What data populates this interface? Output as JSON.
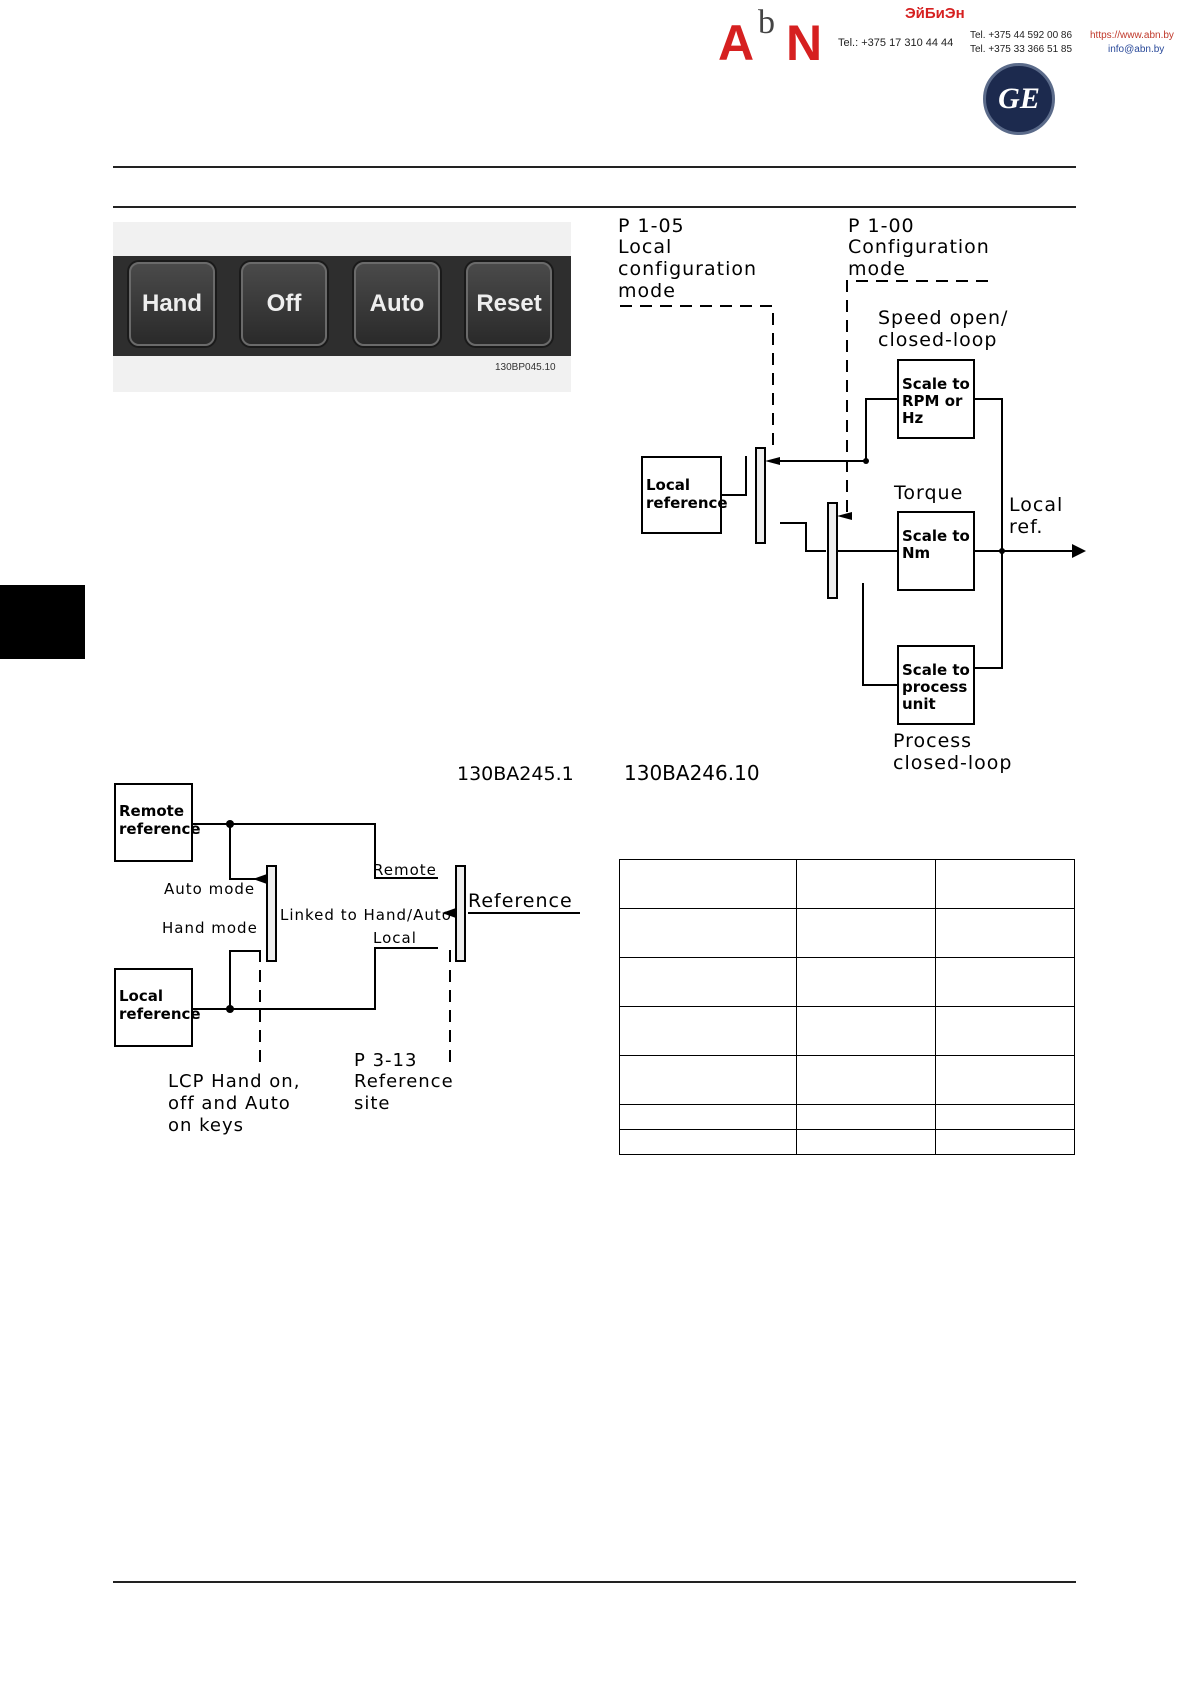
{
  "header": {
    "logo_letters": [
      "A",
      "b",
      "N"
    ],
    "company_name": "ЭйБиЭн",
    "phone_main": "Tel.: +375 17 310 44 44",
    "phones": [
      "Tel. +375 44 592 00 86",
      "Tel. +375 33 366 51 85"
    ],
    "website": "https://www.abn.by",
    "email": "info@abn.by",
    "ge_logo_text": "GE"
  },
  "keypad": {
    "keys": [
      "Hand",
      "Off",
      "Auto",
      "Reset"
    ],
    "code": "130BP045.10"
  },
  "diagram_local": {
    "p105_lines": [
      "P 1-05",
      "Local",
      "configuration",
      "mode"
    ],
    "p100_lines": [
      "P 1-00",
      "Configuration",
      "mode"
    ],
    "speed_lines": [
      "Speed open/",
      "closed-loop"
    ],
    "scale_rpm_lines": [
      "Scale to",
      "RPM or",
      "Hz"
    ],
    "local_ref_box_lines": [
      "Local",
      "reference"
    ],
    "torque": "Torque",
    "scale_nm_lines": [
      "Scale to",
      "Nm"
    ],
    "local_ref_out_lines": [
      "Local",
      "ref."
    ],
    "scale_process_lines": [
      "Scale to",
      "process",
      "unit"
    ],
    "process_lines": [
      "Process",
      "closed-loop"
    ],
    "code": "130BA246.10"
  },
  "diagram_reference": {
    "code": "130BA245.1",
    "remote_ref_lines": [
      "Remote",
      "reference"
    ],
    "local_ref_lines": [
      "Local",
      "reference"
    ],
    "auto_mode": "Auto mode",
    "hand_mode": "Hand mode",
    "linked": "Linked to Hand/Auto",
    "remote": "Remote",
    "local": "Local",
    "reference": "Reference",
    "lcp_lines": [
      "LCP Hand on,",
      "off and Auto",
      "on keys"
    ],
    "p313_lines": [
      "P 3-13",
      "Reference",
      "site"
    ]
  }
}
